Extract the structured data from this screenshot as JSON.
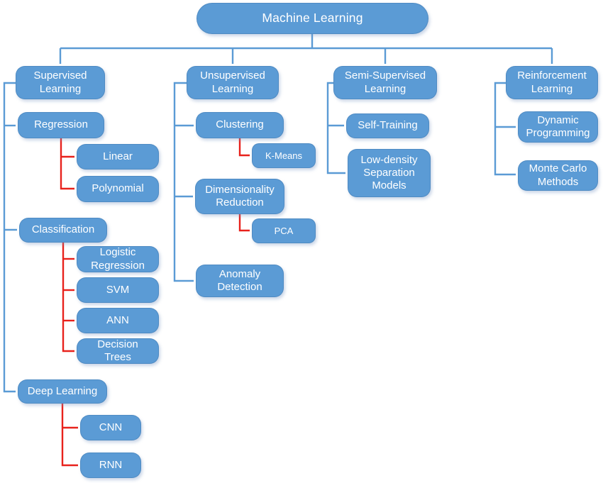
{
  "diagram": {
    "root": {
      "label": "Machine Learning"
    },
    "supervised": {
      "label": "Supervised Learning",
      "regression": {
        "label": "Regression",
        "linear": {
          "label": "Linear"
        },
        "polynomial": {
          "label": "Polynomial"
        }
      },
      "classification": {
        "label": "Classification",
        "logistic_regression": {
          "label": "Logistic Regression"
        },
        "svm": {
          "label": "SVM"
        },
        "ann": {
          "label": "ANN"
        },
        "decision_trees": {
          "label": "Decision Trees"
        }
      },
      "deep_learning": {
        "label": "Deep Learning",
        "cnn": {
          "label": "CNN"
        },
        "rnn": {
          "label": "RNN"
        }
      }
    },
    "unsupervised": {
      "label": "Unsupervised Learning",
      "clustering": {
        "label": "Clustering",
        "k_means": {
          "label": "K-Means"
        }
      },
      "dimensionality_reduction": {
        "label": "Dimensionality Reduction",
        "pca": {
          "label": "PCA"
        }
      },
      "anomaly_detection": {
        "label": "Anomaly Detection"
      }
    },
    "semi_supervised": {
      "label": "Semi-Supervised Learning",
      "self_training": {
        "label": "Self-Training"
      },
      "low_density_separation_models": {
        "label": "Low-density Separation Models"
      }
    },
    "reinforcement": {
      "label": "Reinforcement Learning",
      "dynamic_programming": {
        "label": "Dynamic Programming"
      },
      "monte_carlo_methods": {
        "label": "Monte Carlo Methods"
      }
    }
  },
  "colors": {
    "node_fill": "#5b9bd5",
    "node_text": "#ffffff",
    "primary_connector": "#5b9bd5",
    "secondary_connector": "#e8221c",
    "background": "#ffffff"
  }
}
